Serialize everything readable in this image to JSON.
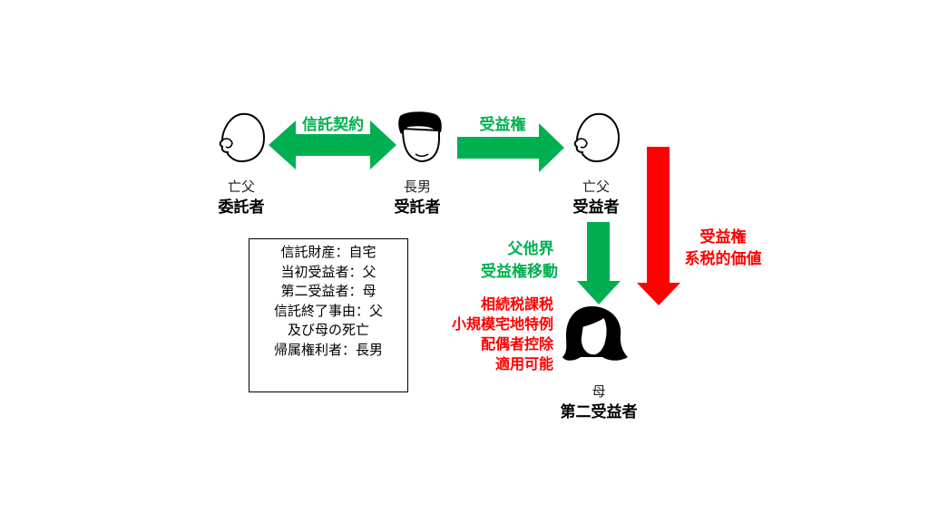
{
  "colors": {
    "green": "#00b050",
    "red": "#ff0000",
    "outline": "#000000"
  },
  "persons": [
    {
      "id": "father1",
      "icon": "bald-head-icon",
      "name": "亡父",
      "role": "委託者"
    },
    {
      "id": "son",
      "icon": "man-black-hair-icon",
      "name": "長男",
      "role": "受託者"
    },
    {
      "id": "father2",
      "icon": "bald-head-icon",
      "name": "亡父",
      "role": "受益者"
    },
    {
      "id": "mother",
      "icon": "woman-silhouette-icon",
      "name": "母",
      "role": "第二受益者"
    }
  ],
  "arrows": {
    "trust_contract": "信託契約",
    "beneficial_right": "受益権",
    "transfer": [
      "父他界",
      "受益権移動"
    ],
    "valuation": [
      "受益権",
      "系税的価値"
    ]
  },
  "info_box": [
    "信託財産：自宅",
    "当初受益者：父",
    "第二受益者：母",
    "信託終了事由：父",
    "及び母の死亡",
    "帰属権利者：長男"
  ],
  "tax_notes": [
    "相続税課税",
    "小規模宅地特例",
    "配偶者控除",
    "適用可能"
  ]
}
